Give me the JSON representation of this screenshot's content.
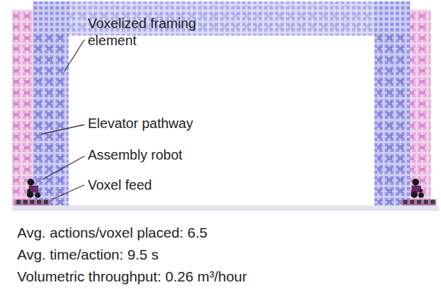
{
  "diagram": {
    "labels": [
      "Voxelized framing element",
      "Elevator pathway",
      "Assembly robot",
      "Voxel feed",
      "Avg. actions/voxel placed: 6.5",
      "Avg. time/action: 9.5 s",
      "Volumetric throughput: 0.26 m³/hour"
    ]
  }
}
